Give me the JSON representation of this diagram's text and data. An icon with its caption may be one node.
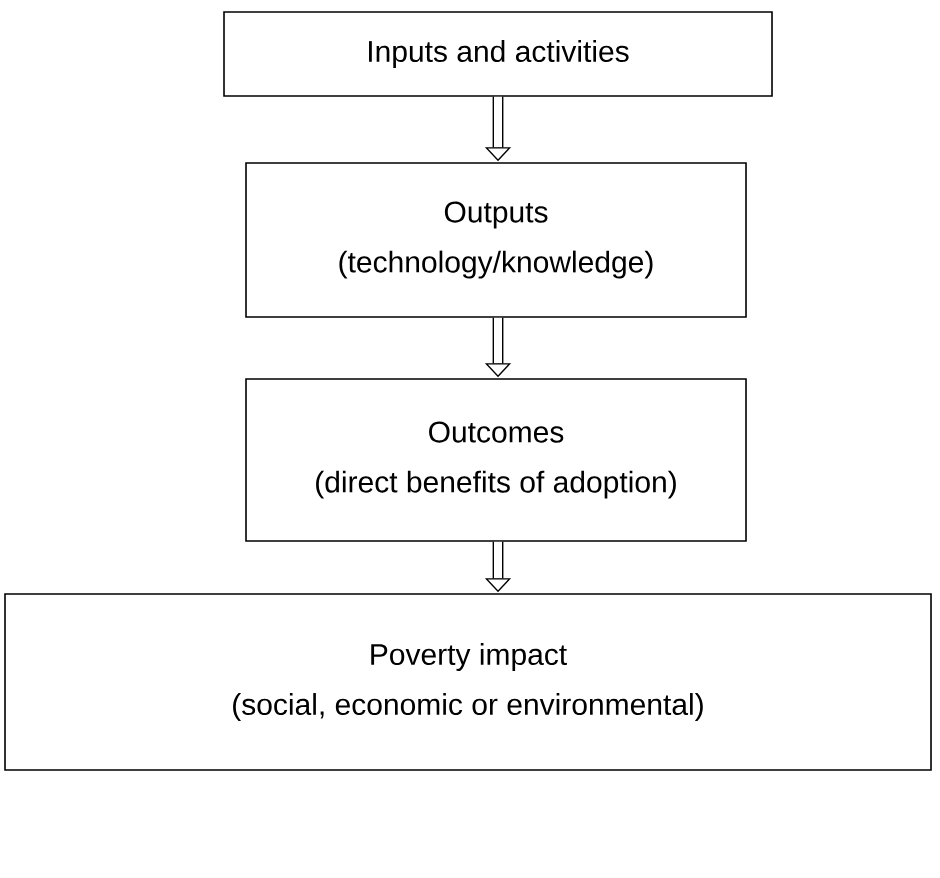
{
  "diagram": {
    "nodes": [
      {
        "text": [
          "Inputs and activities"
        ]
      },
      {
        "text": [
          "Outputs",
          "(technology/knowledge)"
        ]
      },
      {
        "text": [
          "Outcomes",
          "(direct benefits of adoption)"
        ]
      },
      {
        "text": [
          "Poverty impact",
          "(social, economic or environmental)"
        ]
      }
    ],
    "edges": [
      {
        "from": 0,
        "to": 1,
        "arrow": "to"
      },
      {
        "from": 1,
        "to": 2,
        "arrow": "to"
      },
      {
        "from": 2,
        "to": 3,
        "arrow": "to"
      }
    ]
  }
}
